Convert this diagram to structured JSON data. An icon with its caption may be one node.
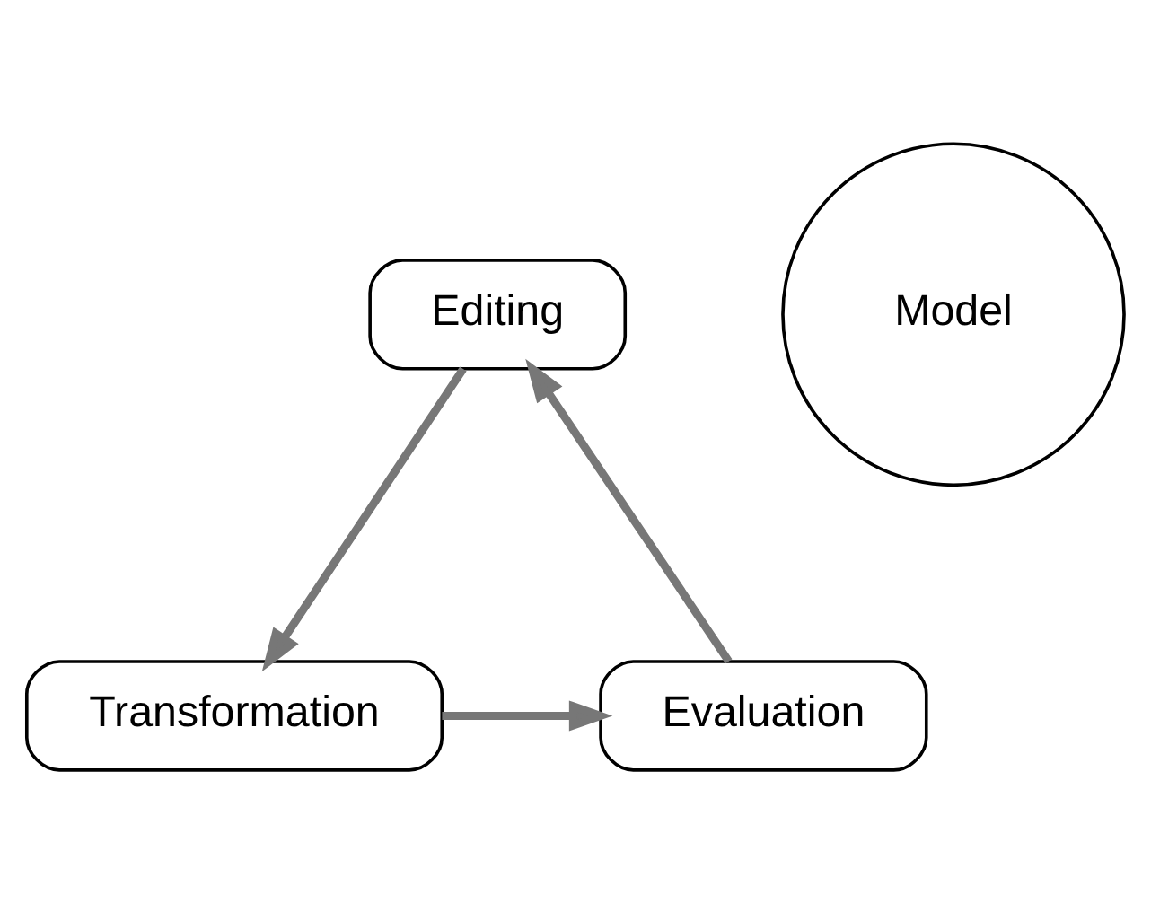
{
  "diagram": {
    "nodes": [
      {
        "text": [
          "Editing"
        ]
      },
      {
        "text": [
          "Model"
        ]
      },
      {
        "text": [
          "Evaluation"
        ]
      },
      {
        "text": [
          "Transformation"
        ]
      }
    ],
    "edges": [
      {
        "from": 0,
        "to": 3,
        "arrow": "to"
      },
      {
        "from": 3,
        "to": 2,
        "arrow": "to"
      },
      {
        "from": 2,
        "to": 0,
        "arrow": "to"
      }
    ]
  }
}
